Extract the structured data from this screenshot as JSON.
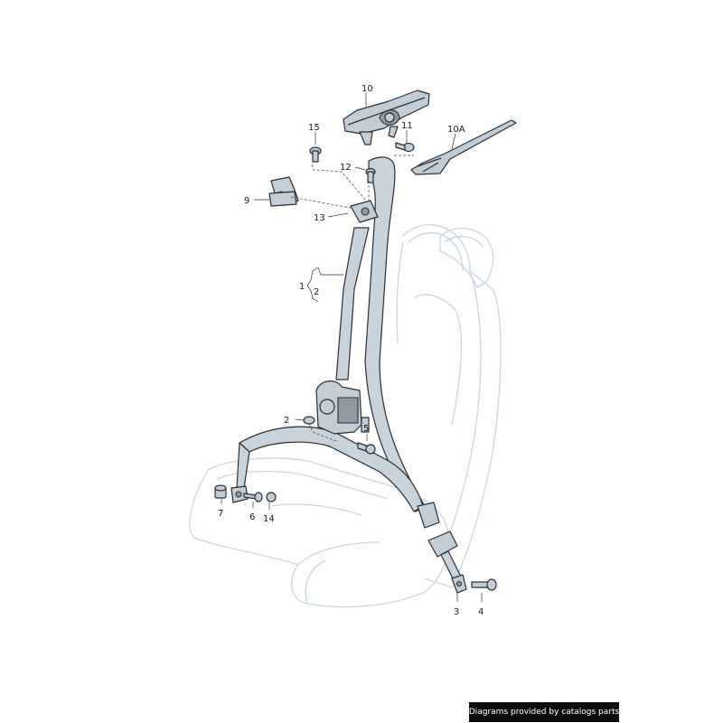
{
  "callouts": {
    "c10": "10",
    "c15": "15",
    "c11": "11",
    "c10a": "10A",
    "c12": "12",
    "c9": "9",
    "c13": "13",
    "c1": "1",
    "c2a": "2",
    "c2b": "2",
    "c5": "5",
    "c7": "7",
    "c6": "6",
    "c14": "14",
    "c3": "3",
    "c4": "4"
  },
  "credit": "Diagrams provided by catalogs parts"
}
